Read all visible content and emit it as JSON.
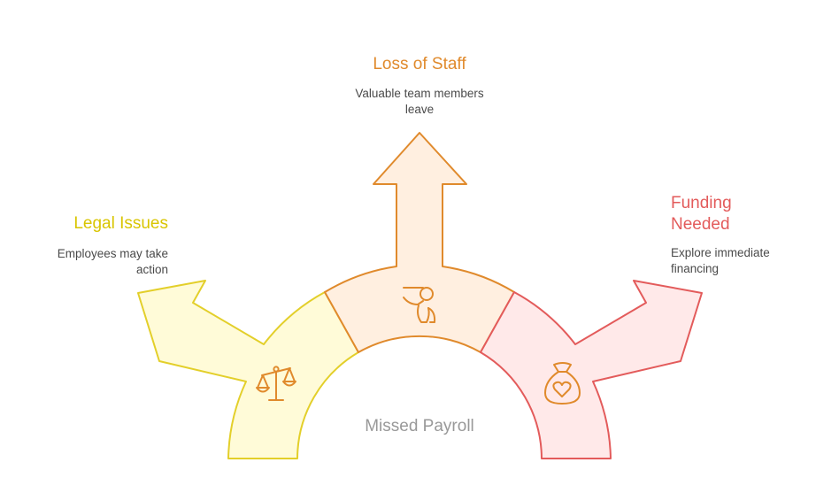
{
  "center": {
    "label": "Missed Payroll"
  },
  "branches": {
    "legal": {
      "title": "Legal Issues",
      "description": "Employees may take action",
      "icon": "scales-icon",
      "stroke": "#e3cf2a",
      "fill": "#fffbd8",
      "title_color": "#d9c500"
    },
    "staff": {
      "title": "Loss of Staff",
      "description": "Valuable team members leave",
      "icon": "leaving-person-icon",
      "stroke": "#e08a2c",
      "fill": "#ffefe0",
      "title_color": "#e08a2c"
    },
    "funding": {
      "title": "Funding Needed",
      "description": "Explore immediate financing",
      "icon": "money-bag-heart-icon",
      "stroke": "#e35b5b",
      "fill": "#ffe9e9",
      "title_color": "#e35b5b"
    }
  },
  "colors": {
    "icon": "#e08a2c",
    "center_text": "#999999",
    "description_text": "#4a4a4a"
  }
}
